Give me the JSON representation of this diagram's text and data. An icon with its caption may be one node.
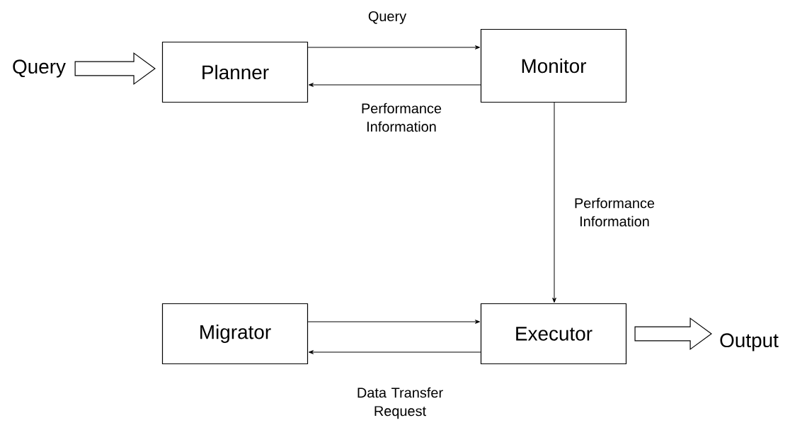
{
  "diagram": {
    "nodes": [
      {
        "text": [
          "Query"
        ]
      },
      {
        "text": [
          "Planner"
        ]
      },
      {
        "text": [
          "Monitor"
        ]
      },
      {
        "text": [
          "Migrator"
        ]
      },
      {
        "text": [
          "Executor"
        ]
      },
      {
        "text": [
          "Output"
        ]
      }
    ],
    "edges": [
      {
        "from": 0,
        "to": 1,
        "arrow": "to",
        "style": "thick"
      },
      {
        "from": 1,
        "to": 2,
        "arrow": "to",
        "label": "Query"
      },
      {
        "from": 2,
        "to": 1,
        "arrow": "to",
        "label": "Performance Information"
      },
      {
        "from": 2,
        "to": 4,
        "arrow": "to",
        "label": "Performance Information"
      },
      {
        "from": 3,
        "to": 4,
        "arrow": "to"
      },
      {
        "from": 4,
        "to": 3,
        "arrow": "to",
        "label": "Data Transfer Request"
      },
      {
        "from": 4,
        "to": 5,
        "arrow": "to",
        "style": "thick"
      }
    ]
  }
}
